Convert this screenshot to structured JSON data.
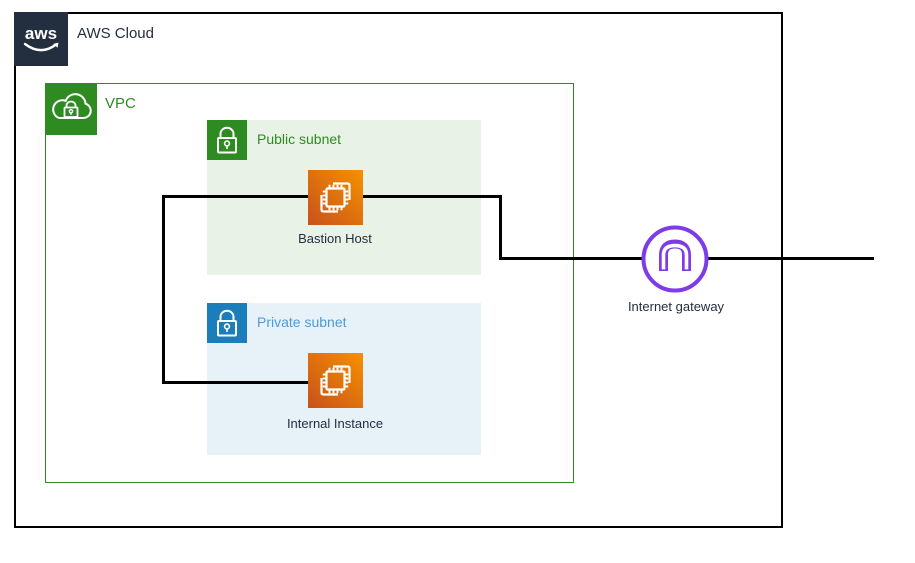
{
  "diagram": {
    "aws_cloud_label": "AWS Cloud",
    "aws_logo_text": "aws",
    "vpc_label": "VPC",
    "public_subnet_label": "Public subnet",
    "private_subnet_label": "Private subnet",
    "bastion_label": "Bastion Host",
    "internal_label": "Internal Instance",
    "gateway_label": "Internet gateway"
  },
  "colors": {
    "navy": "#232F3E",
    "green": "#2E8B22",
    "green-fill": "#E9F2E6",
    "blue": "#1B7EBA",
    "blue-text": "#4D9BD6",
    "blue-fill": "#E6F2F8",
    "orange-dark": "#C8511B",
    "orange-light": "#F59100",
    "purple": "#7D3CE6",
    "line": "#000000"
  }
}
